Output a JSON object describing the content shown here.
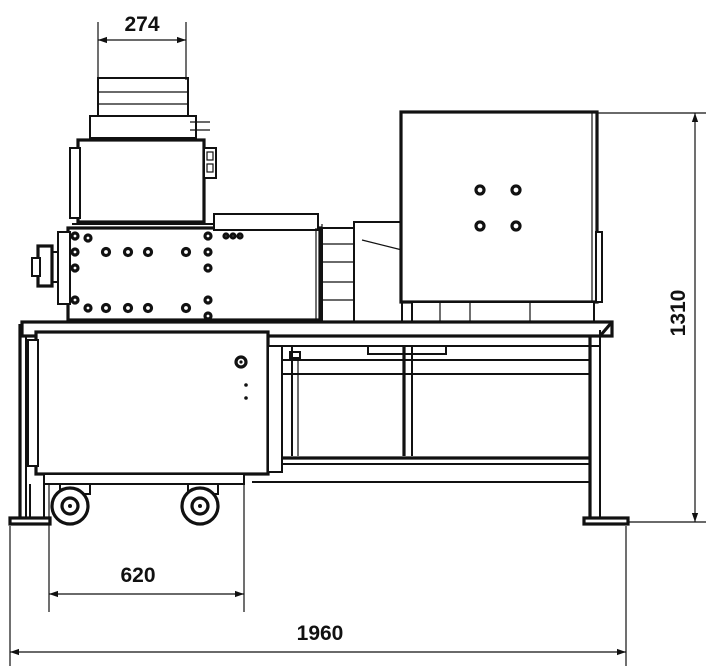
{
  "dimensions": {
    "hopper_width": "274",
    "wheel_span": "620",
    "overall_length": "1960",
    "overall_height": "1310"
  }
}
